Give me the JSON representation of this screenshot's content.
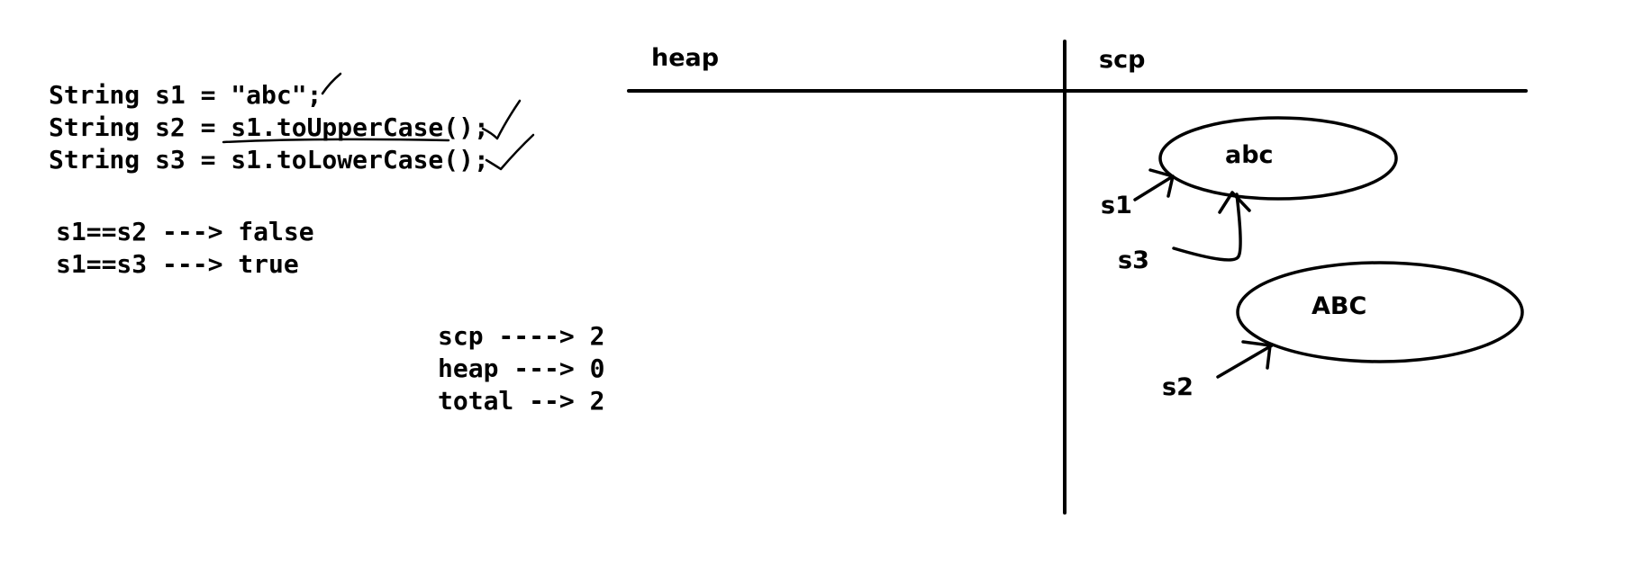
{
  "code": {
    "lines": [
      "String s1 = \"abc\";",
      "String s2 = s1.toUpperCase();",
      "String s3 = s1.toLowerCase();"
    ]
  },
  "comparisons": [
    "s1==s2 ---> false",
    "s1==s3 ---> true"
  ],
  "counts": [
    "scp ----> 2",
    "heap ---> 0",
    "total --> 2"
  ],
  "diagram": {
    "heap_header": "heap",
    "scp_header": "scp",
    "objects": [
      "abc",
      "ABC"
    ],
    "refs": [
      "s1",
      "s3",
      "s2"
    ]
  }
}
